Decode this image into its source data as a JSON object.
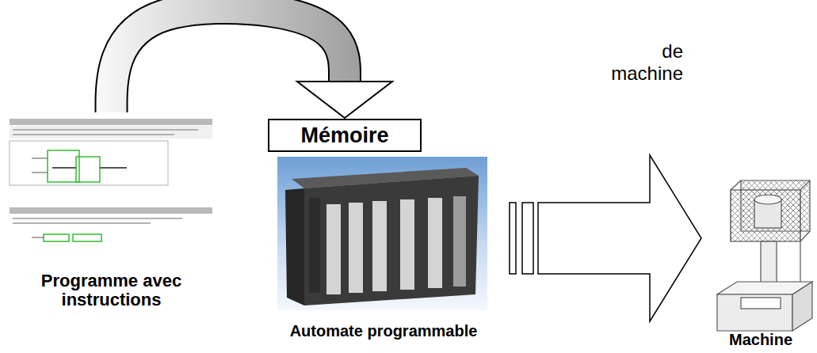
{
  "diagram": {
    "nodes": [
      {
        "text": [
          "Programme avec instructions"
        ]
      },
      {
        "text": [
          "Mémoire"
        ]
      },
      {
        "text": [
          "Automate programmable"
        ]
      },
      {
        "text": [
          "Machine"
        ]
      }
    ],
    "edges": [
      {
        "from": 0,
        "to": 1,
        "arrow": "to"
      },
      {
        "from": 2,
        "to": 3,
        "arrow": "to",
        "label": "de machine"
      }
    ]
  }
}
